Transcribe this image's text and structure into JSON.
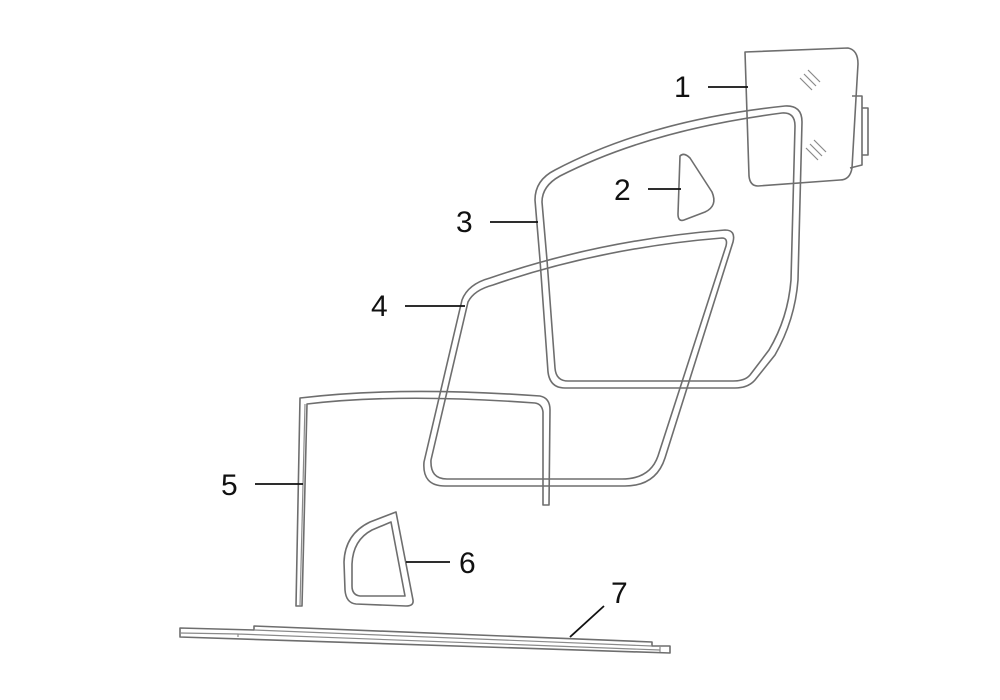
{
  "diagram": {
    "callouts": [
      {
        "label": "1",
        "part": "door-glass"
      },
      {
        "label": "2",
        "part": "small-window-glass"
      },
      {
        "label": "3",
        "part": "door-frame-seal"
      },
      {
        "label": "4",
        "part": "door-opening-seal"
      },
      {
        "label": "5",
        "part": "glass-run-channel"
      },
      {
        "label": "6",
        "part": "quarter-glass"
      },
      {
        "label": "7",
        "part": "belt-moulding"
      }
    ],
    "colors": {
      "line": "#6e6e6e",
      "leader": "#111111"
    }
  }
}
